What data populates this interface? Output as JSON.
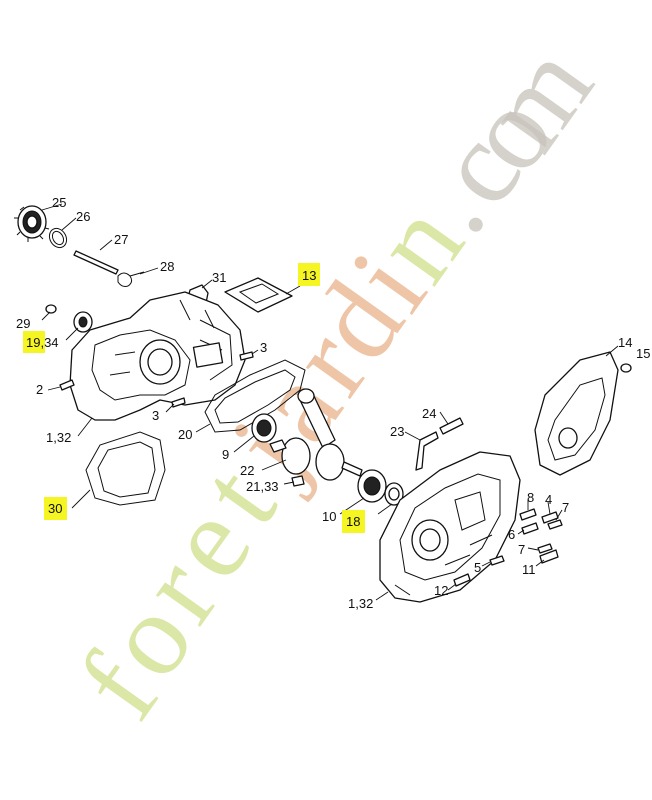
{
  "watermark": {
    "text": "foretjardin.com",
    "letters": [
      "f",
      "o",
      "r",
      "e",
      "t",
      "j",
      "a",
      "r",
      "d",
      "i",
      "n",
      ".",
      "c",
      "o",
      "m"
    ],
    "colors": [
      "#cfe08a",
      "#cfe08a",
      "#cfe08a",
      "#cfe08a",
      "#cfe08a",
      "#e9b38a",
      "#e9b38a",
      "#e9b38a",
      "#e9b38a",
      "#e9b38a",
      "#cfe08a",
      "#c8c4bc",
      "#c8c4bc",
      "#c8c4bc",
      "#c8c4bc"
    ]
  },
  "highlight_color": "#f5f524",
  "callouts": {
    "c25": "25",
    "c26": "26",
    "c27": "27",
    "c28": "28",
    "c31": "31",
    "c13": "13",
    "c29": "29",
    "c1934": "19,34",
    "c2a": "2",
    "c3a": "3",
    "c3b": "3",
    "c20": "20",
    "c9": "9",
    "c132a": "1,32",
    "c22": "22",
    "c2133": "21,33",
    "c30": "30",
    "c10": "10",
    "c18": "18",
    "c24": "24",
    "c23": "23",
    "c14": "14",
    "c15": "15",
    "c8": "8",
    "c4": "4",
    "c7a": "7",
    "c6": "6",
    "c7b": "7",
    "c5": "5",
    "c11": "11",
    "c12": "12",
    "c132b": "1,32"
  }
}
